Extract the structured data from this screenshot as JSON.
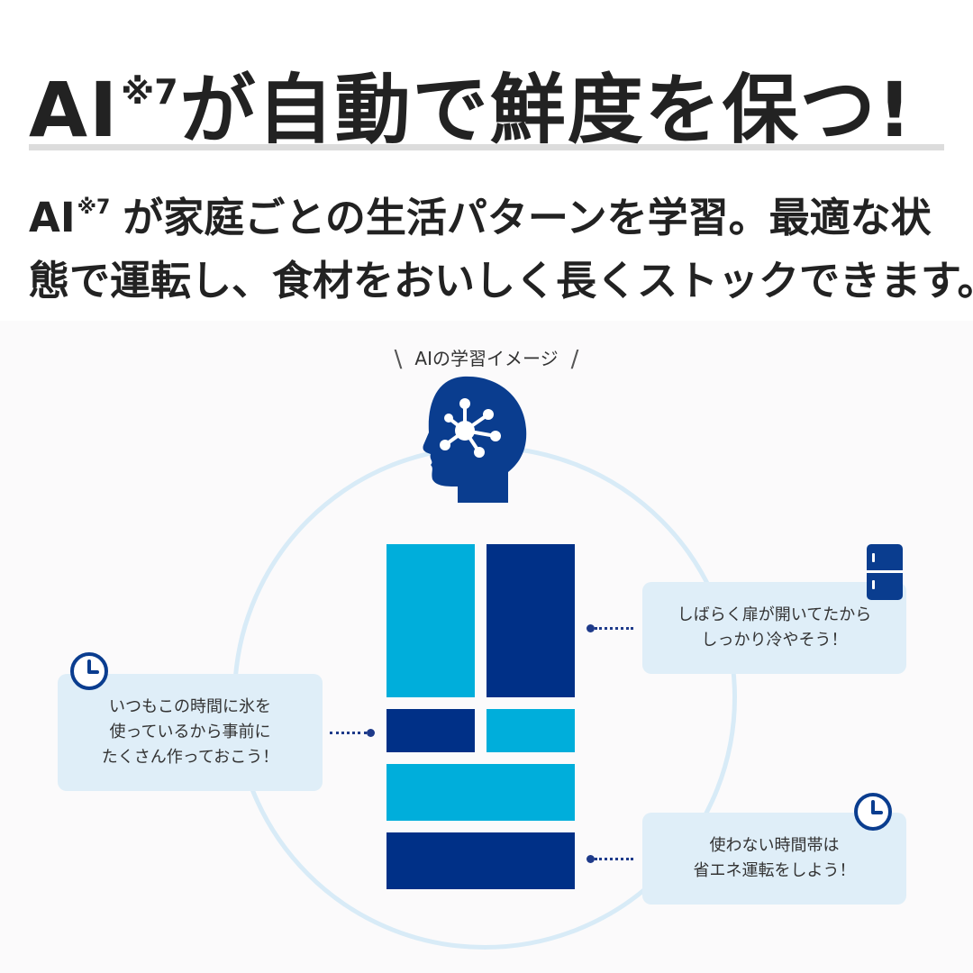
{
  "headline": {
    "ai": "AI",
    "note": "※7",
    "rest": "が自動で鮮度を保つ!"
  },
  "description": {
    "ai": "AI",
    "note": "※7",
    "line1_rest": "が家庭ごとの生活パターンを学習。最適な状",
    "line2": "態で運転し、食材をおいしく長くストックできます。"
  },
  "diagram": {
    "caption": "AIの学習イメージ",
    "caption_left_mark": "\\",
    "caption_right_mark": "/",
    "bubbles": {
      "door_open": {
        "line1": "しばらく扉が開いてたから",
        "line2": "しっかり冷やそう！"
      },
      "ice": {
        "line1": "いつもこの時間に氷を",
        "line2": "使っているから事前に",
        "line3": "たくさん作っておこう！"
      },
      "energy_save": {
        "line1": "使わない時間帯は",
        "line2": "省エネ運転をしよう！"
      }
    },
    "icons": [
      "brain-head-icon",
      "clock-icon",
      "fridge-icon"
    ],
    "colors": {
      "light_blue": "#00aedb",
      "dark_blue": "#003087",
      "bubble_bg": "#dfeef8",
      "circle": "#d8ebf7",
      "head": "#0a3d8f"
    }
  }
}
